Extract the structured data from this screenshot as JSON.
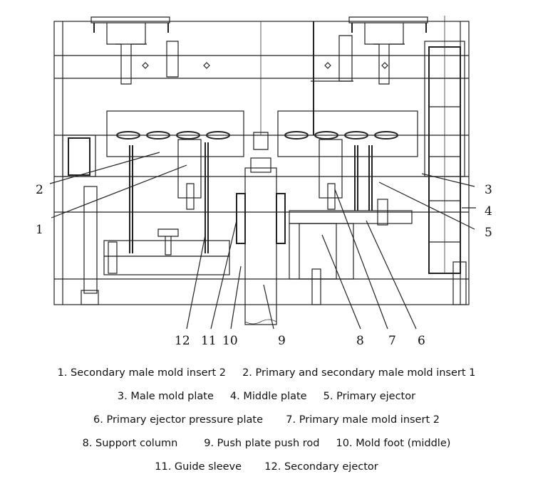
{
  "callouts": [
    "1",
    "2",
    "3",
    "4",
    "5",
    "6",
    "7",
    "8",
    "9",
    "10",
    "11",
    "12"
  ],
  "legend": {
    "line1": "1. Secondary male mold insert 2     2. Primary and secondary male mold insert 1",
    "line2": "3. Male mold plate     4. Middle plate     5. Primary ejector",
    "line3": "6. Primary ejector pressure plate       7. Primary male mold insert 2",
    "line4": "8. Support column        9. Push plate push rod     10. Mold foot (middle)",
    "line5": "11. Guide sleeve       12. Secondary ejector"
  }
}
